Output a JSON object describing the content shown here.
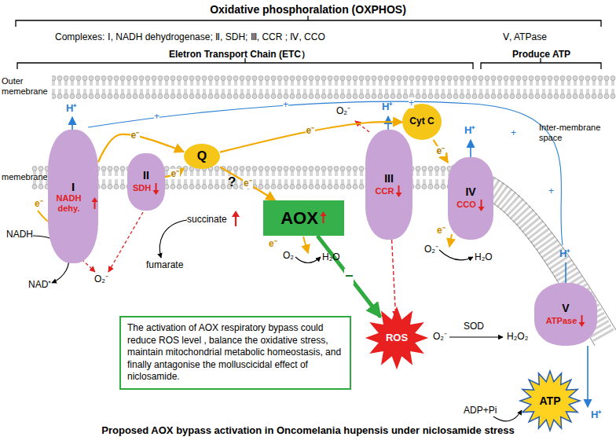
{
  "diagram": {
    "title": "Oxidative phosphoralation (OXPHOS)",
    "caption": "Proposed AOX bypass activation in Oncomelania hupensis under niclosamide stress",
    "nodes": [
      {
        "text": [
          "I",
          "NADH dehy."
        ]
      },
      {
        "text": [
          "II",
          "SDH"
        ]
      },
      {
        "text": [
          "Q"
        ]
      },
      {
        "text": [
          "III",
          "CCR"
        ]
      },
      {
        "text": [
          "Cyt C"
        ]
      },
      {
        "text": [
          "IV",
          "CCO"
        ]
      },
      {
        "text": [
          "AOX"
        ]
      },
      {
        "text": [
          "ROS"
        ]
      },
      {
        "text": [
          "The activation of AOX respiratory bypass could reduce ROS level , balance the oxidative stress, maintain mitochondrial metabolic homeostasis, and finally antagonise the molluscicidal effect of niclosamide."
        ]
      },
      {
        "text": [
          "V",
          "ATPase"
        ]
      },
      {
        "text": [
          "ATP"
        ]
      }
    ],
    "edges": [
      {
        "from": 0,
        "to": 2,
        "arrow": "to",
        "label": "e⁻"
      },
      {
        "from": 1,
        "to": 2,
        "arrow": "to",
        "label": "e⁻"
      },
      {
        "from": 2,
        "to": 6,
        "arrow": "to",
        "label": "e⁻"
      },
      {
        "from": 2,
        "to": 4,
        "arrow": "to",
        "label": "e⁻"
      },
      {
        "from": 4,
        "to": 5,
        "arrow": "to",
        "label": "e⁻"
      },
      {
        "from": 6,
        "to": 7,
        "arrow": "to",
        "label": "−"
      },
      {
        "from": 3,
        "to": 7,
        "arrow": "to"
      }
    ],
    "labels": [
      "Complexes: Ⅰ, NADH dehydrogenase; Ⅱ, SDH; Ⅲ, CCR ; Ⅳ, CCO",
      "Ⅴ, ATPase",
      "Eletron Transport Chain (ETC）",
      "Produce ATP",
      "Outer memebrane",
      "memebrane",
      "Inter-membrane space",
      "H⁺",
      "H⁺",
      "H⁺",
      "H⁺",
      "H⁺",
      "NADH",
      "NAD⁺",
      "O₂⁻",
      "fumarate",
      "succinate",
      "?",
      "O₂",
      "H₂O",
      "O₂⁻",
      "O₂⁻",
      "H₂O",
      "O₂⁻",
      "SOD",
      "H₂O₂",
      "ADP+Pi",
      "e⁻",
      "e⁻",
      "e⁻",
      "+",
      "+",
      "+",
      "+",
      "+"
    ]
  }
}
